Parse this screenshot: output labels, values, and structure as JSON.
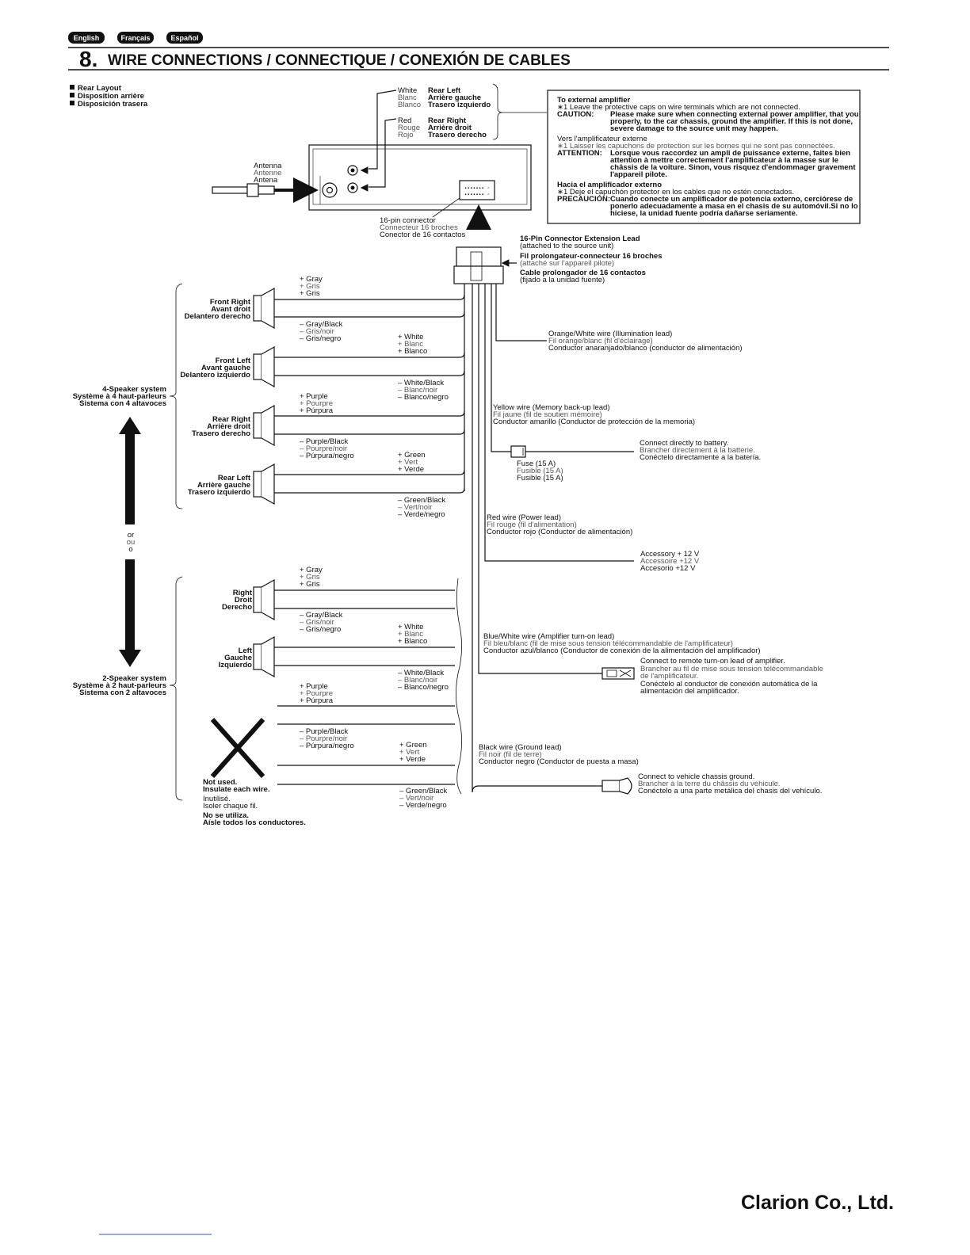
{
  "languages": [
    "English",
    "Français",
    "Español"
  ],
  "section": {
    "number": "8.",
    "title": "WIRE CONNECTIONS / CONNECTIQUE / CONEXIÓN DE CABLES"
  },
  "rear_layout": [
    "Rear Layout",
    "Disposition arrière",
    "Disposición trasera"
  ],
  "rca": {
    "left": [
      "White",
      "Blanc",
      "Blanco"
    ],
    "left_label": [
      "Rear Left",
      "Arrière gauche",
      "Trasero izquierdo"
    ],
    "right": [
      "Red",
      "Rouge",
      "Rojo"
    ],
    "right_label": [
      "Rear Right",
      "Arrière droit",
      "Trasero derecho"
    ]
  },
  "antenna": [
    "Antenna",
    "Antenne",
    "Antena"
  ],
  "connector16": [
    "16-pin connector",
    "Connecteur 16 broches",
    "Conector de 16 contactos"
  ],
  "amp_note": {
    "heading_en": "To external amplifier",
    "note_en": "∗1  Leave the protective caps on wire terminals which are not connected.",
    "caution_label": "CAUTION:",
    "caution": [
      "Please make sure when connecting external power amplifier, that you",
      "properly, to the car chassis, ground the amplifier. If this is not done,",
      "severe damage to the source unit may happen."
    ],
    "heading_fr": "Vers l'amplificateur externe",
    "note_fr": "∗1  Laisser les capuchons de protection sur les bornes qui ne sont pas connectées.",
    "attention_label": "ATTENTION:",
    "attention": [
      "Lorsque vous raccordez un ampli de puissance externe, faites bien",
      "attention à mettre correctement l'amplificateur à la masse sur le",
      "châssis de la voiture. Sinon, vous risquez d'endommager gravement",
      "l'appareil pilote."
    ],
    "heading_es": "Hacia el amplificador externo",
    "note_es": "∗1  Deje el capuchón protector en los cables que no estén conectados.",
    "precaucion_label": "PRECAUCIÓN:",
    "precaucion": [
      "Cuando conecte un amplificador de potencia externo, cerciórese de",
      "ponerlo adecuadamente a masa en el chasis de su automóvil.Si no lo",
      "hiciese, la unidad fuente podría dañarse seriamente."
    ]
  },
  "extension_lead": [
    "16-Pin Connector Extension Lead",
    "(attached to the source unit)",
    "Fil prolongateur-connecteur 16 broches",
    "(attaché sur l'appareil pilote)",
    "Cable prolongador de 16 contactos",
    "(fijado a la unidad fuente)"
  ],
  "speakers4": [
    {
      "label": [
        "Front Right",
        "Avant droit",
        "Delantero derecho"
      ],
      "plus": [
        "+ Gray",
        "+ Gris",
        "+ Gris"
      ],
      "minus": [
        "– Gray/Black",
        "– Gris/noir",
        "– Gris/negro"
      ]
    },
    {
      "label": [
        "Front Left",
        "Avant gauche",
        "Delantero izquierdo"
      ],
      "plus": [
        "+ White",
        "+ Blanc",
        "+ Blanco"
      ],
      "minus": [
        "– White/Black",
        "– Blanc/noir",
        "– Blanco/negro"
      ]
    },
    {
      "label": [
        "Rear Right",
        "Arrière droit",
        "Trasero derecho"
      ],
      "plus": [
        "+ Purple",
        "+ Pourpre",
        "+ Púrpura"
      ],
      "minus": [
        "– Purple/Black",
        "– Pourpre/noir",
        "– Púrpura/negro"
      ]
    },
    {
      "label": [
        "Rear Left",
        "Arrière gauche",
        "Trasero izquierdo"
      ],
      "plus": [
        "+ Green",
        "+ Vert",
        "+ Verde"
      ],
      "minus": [
        "– Green/Black",
        "– Vert/noir",
        "– Verde/negro"
      ]
    }
  ],
  "system4": [
    "4-Speaker system",
    "Système à 4 haut-parleurs",
    "Sistema con 4 altavoces"
  ],
  "or": [
    "or",
    "ou",
    "o"
  ],
  "speakers2": [
    {
      "label": [
        "Right",
        "Droit",
        "Derecho"
      ],
      "plus": [
        "+ Gray",
        "+ Gris",
        "+ Gris"
      ],
      "minus": [
        "– Gray/Black",
        "– Gris/noir",
        "– Gris/negro"
      ]
    },
    {
      "label": [
        "Left",
        "Gauche",
        "Izquierdo"
      ],
      "plus": [
        "+ White",
        "+ Blanc",
        "+ Blanco"
      ],
      "minus": [
        "– White/Black",
        "– Blanc/noir",
        "– Blanco/negro"
      ]
    }
  ],
  "unused_wires": {
    "purple": [
      "+ Purple",
      "+ Pourpre",
      "+ Púrpura"
    ],
    "purple_black": [
      "– Purple/Black",
      "– Pourpre/noir",
      "– Púrpura/negro"
    ],
    "green": [
      "+ Green",
      "+ Vert",
      "+ Verde"
    ],
    "green_black": [
      "– Green/Black",
      "– Vert/noir",
      "– Verde/negro"
    ]
  },
  "system2": [
    "2-Speaker system",
    "Système à 2 haut-parleurs",
    "Sistema con 2 altavoces"
  ],
  "not_used": [
    "Not used.",
    "Insulate each wire.",
    "Inutilisé.",
    "Isoler chaque fil.",
    "No se utiliza.",
    "Aísle todos los conductores."
  ],
  "orange_wire": [
    "Orange/White wire (Illumination lead)",
    "Fil orange/blanc (fil d'éclairage)",
    "Conductor anaranjado/blanco (conductor de alimentación)"
  ],
  "yellow_wire": [
    "Yellow wire (Memory back-up lead)",
    "Fil jaune (fil de soutien mémoire)",
    "Conductor amarillo (Conductor de protección de la memoria)"
  ],
  "battery": [
    "Connect directly to battery.",
    "Brancher directement à la batterie.",
    "Conéctelo directamente a la batería."
  ],
  "fuse": [
    "Fuse (15 A)",
    "Fusible (15 A)",
    "Fusible (15 A)"
  ],
  "red_wire": [
    "Red wire (Power lead)",
    "Fil rouge (fil d'alimentation)",
    "Conductor rojo (Conductor de alimentación)"
  ],
  "accessory": [
    "Accessory + 12 V",
    "Accessoire +12 V",
    "Accesorio +12 V"
  ],
  "blue_wire": [
    "Blue/White wire (Amplifier turn-on lead)",
    "Fil bleu/blanc (fil de mise sous tension télécommandable de l'amplificateur)",
    "Conductor azul/blanco (Conductor de conexión de la alimentación del amplificador)"
  ],
  "remote": [
    "Connect to remote turn-on lead of amplifier.",
    "Brancher au fil de mise sous tension télécommandable",
    "de l'amplificateur.",
    "Conéctelo al conductor de conexión automática de la",
    "alimentación del amplificador."
  ],
  "black_wire": [
    "Black wire (Ground lead)",
    "Fil noir (fil de terre)",
    "Conductor negro (Conductor de puesta a masa)"
  ],
  "ground": [
    "Connect to vehicle chassis ground.",
    "Brancher à la terre du châssis du véhicule.",
    "Conéctelo a una parte metálica del chasis del vehículo."
  ],
  "brand": "Clarion Co., Ltd."
}
